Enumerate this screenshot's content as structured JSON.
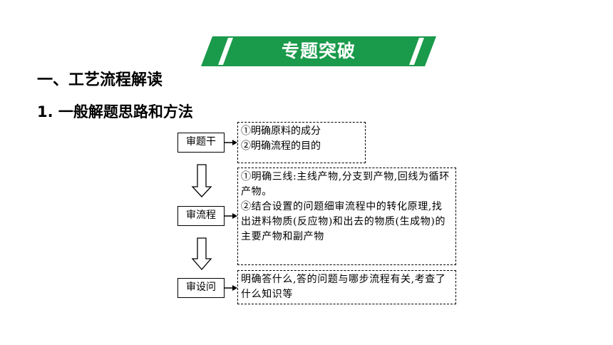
{
  "banner": {
    "title": "专题突破",
    "color": "#1a9a4b"
  },
  "section": {
    "heading": "一、工艺流程解读",
    "subheading": "1. 一般解题思路和方法"
  },
  "flow": {
    "steps": [
      {
        "label": "审题干",
        "notes": [
          "①明确原料的成分",
          "②明确流程的目的"
        ]
      },
      {
        "label": "审流程",
        "notes": [
          "①明确三线:主线产物,分支到产物,回线为循环产物。",
          "②结合设置的问题细审流程中的转化原理,找出进料物质(反应物)和出去的物质(生成物)的主要产物和副产物"
        ]
      },
      {
        "label": "审设问",
        "notes": [
          "明确答什么,答的问题与哪步流程有关,考查了什么知识等"
        ]
      }
    ]
  }
}
